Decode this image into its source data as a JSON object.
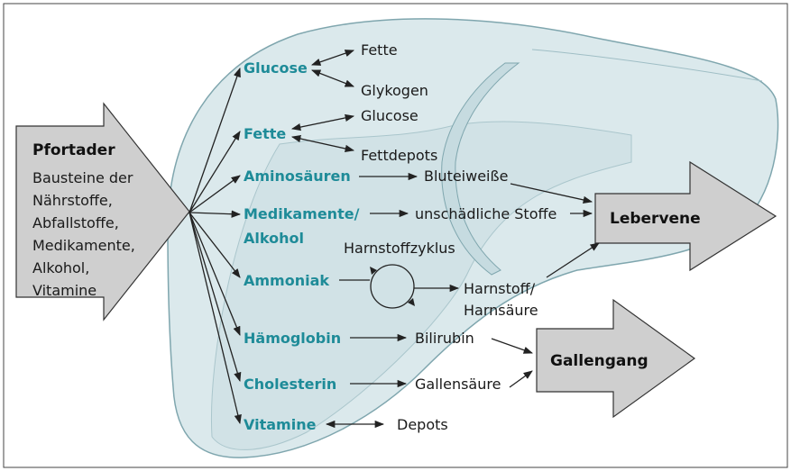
{
  "portal": {
    "title": "Pfortader",
    "lines": [
      "Bausteine der",
      "Nährstoffe,",
      "Abfallstoffe,",
      "Medikamente,",
      "Alkohol,",
      "Vitamine"
    ]
  },
  "nutrients": {
    "glucose": "Glucose",
    "fette": "Fette",
    "aminosaeuren": "Aminosäuren",
    "medikamente_1": "Medikamente/",
    "medikamente_2": "Alkohol",
    "ammoniak": "Ammoniak",
    "haemoglobin": "Hämoglobin",
    "cholesterin": "Cholesterin",
    "vitamine": "Vitamine"
  },
  "products": {
    "fette": "Fette",
    "glykogen": "Glykogen",
    "glucose": "Glucose",
    "fettdepots": "Fettdepots",
    "bluteiweisse": "Bluteiweiße",
    "unschaedlich": "unschädliche Stoffe",
    "harnstoffzyklus": "Harnstoffzyklus",
    "harnstoff_1": "Harnstoff/",
    "harnstoff_2": "Harnsäure",
    "bilirubin": "Bilirubin",
    "gallensaeure": "Gallensäure",
    "depots": "Depots"
  },
  "outputs": {
    "lebervene": "Lebervene",
    "gallengang": "Gallengang"
  },
  "colors": {
    "liver_fill": "#dbe9ec",
    "liver_stroke": "#7fa6ae",
    "arrow_fill": "#cfcfcf",
    "accent_text": "#1e8b98"
  }
}
